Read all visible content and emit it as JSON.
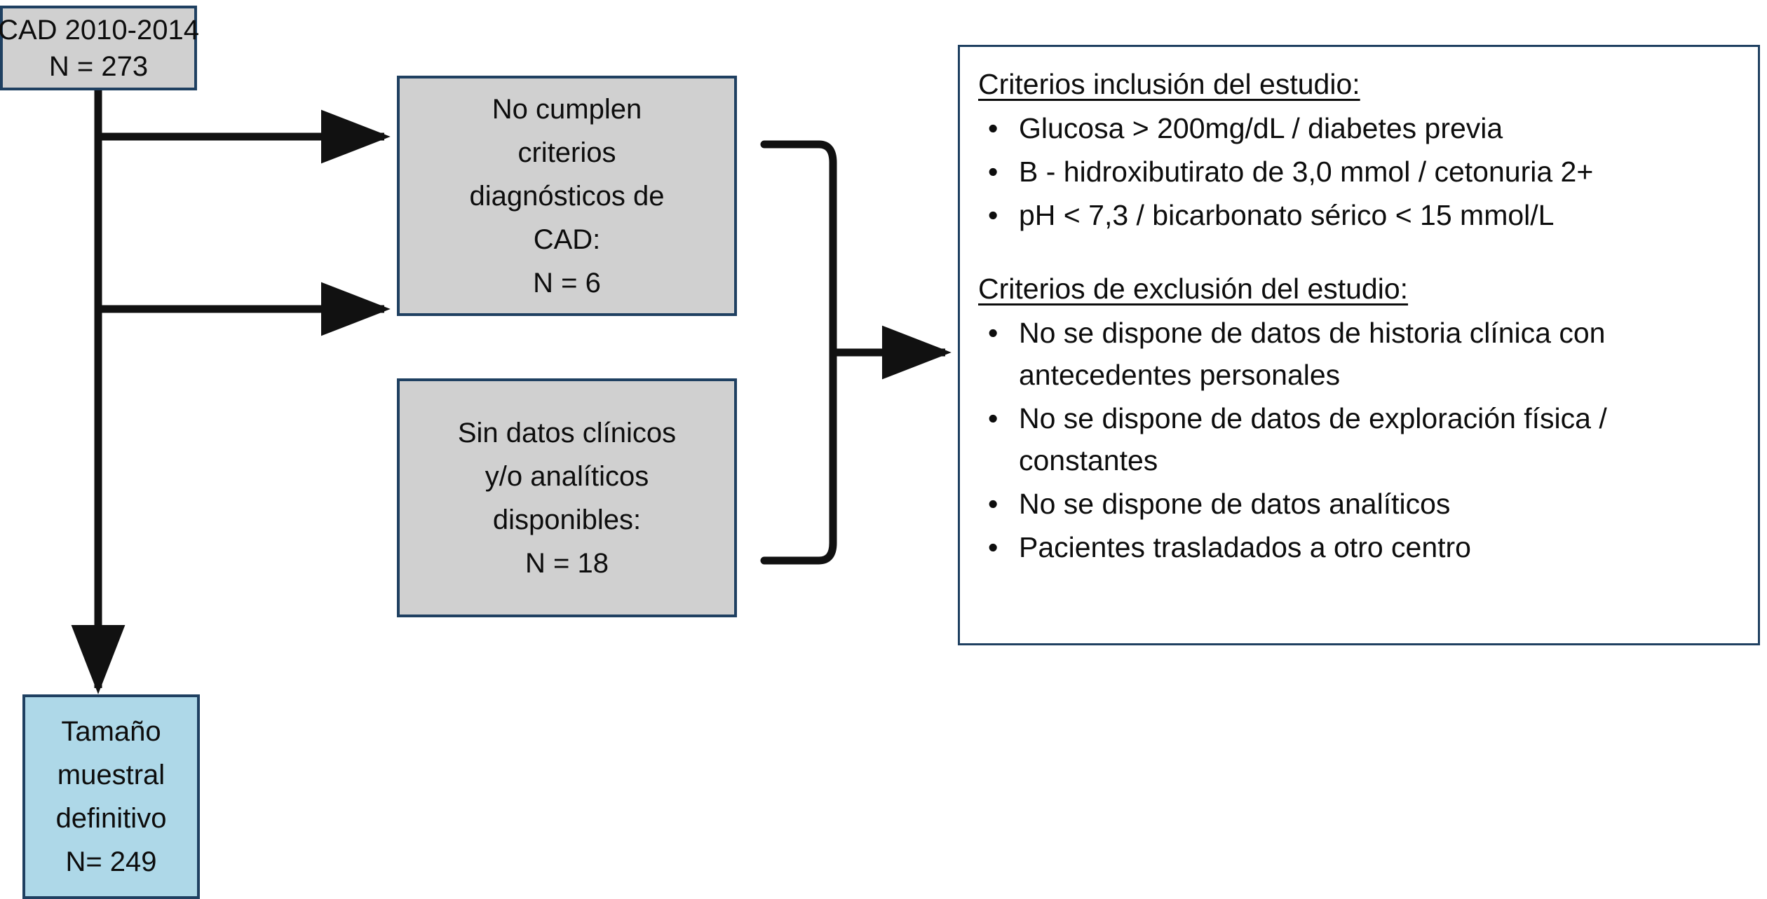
{
  "diagram": {
    "title": "Diagrama de flujo de selección de pacientes",
    "colors": {
      "box_border": "#1f4061",
      "gray_fill": "#d0d0d0",
      "blue_fill": "#aed8e8",
      "connector": "#111111",
      "text": "#0d0d0d"
    },
    "nodes": {
      "source": {
        "name": "CAD cohort source",
        "lines": [
          "CAD 2010-2014",
          "N = 273"
        ]
      },
      "no_criteria": {
        "name": "Excluded - criteria not met",
        "lines": [
          "No cumplen",
          "criterios",
          "diagnósticos de",
          "CAD:",
          "N = 6"
        ]
      },
      "no_data": {
        "name": "Excluded - missing data",
        "lines": [
          "Sin datos clínicos",
          "y/o analíticos",
          "disponibles:",
          "N = 18"
        ]
      },
      "final": {
        "name": "Final sample",
        "lines": [
          "Tamaño",
          "muestral",
          "definitivo",
          "N= 249"
        ]
      }
    },
    "criteria_panel": {
      "inclusion": {
        "heading": "Criterios inclusión del estudio:",
        "bullet_glyph": "•",
        "items": [
          "Glucosa > 200mg/dL / diabetes previa",
          "B - hidroxibutirato de 3,0 mmol / cetonuria 2+",
          "pH < 7,3 / bicarbonato sérico < 15 mmol/L"
        ]
      },
      "exclusion": {
        "heading": "Criterios de exclusión del estudio:",
        "bullet_glyph": "•",
        "items": [
          "No se dispone de datos de historia clínica con antecedentes personales",
          "No se dispone de datos de exploración física / constantes",
          "No se dispone de datos analíticos",
          "Pacientes trasladados a otro centro"
        ]
      }
    }
  }
}
